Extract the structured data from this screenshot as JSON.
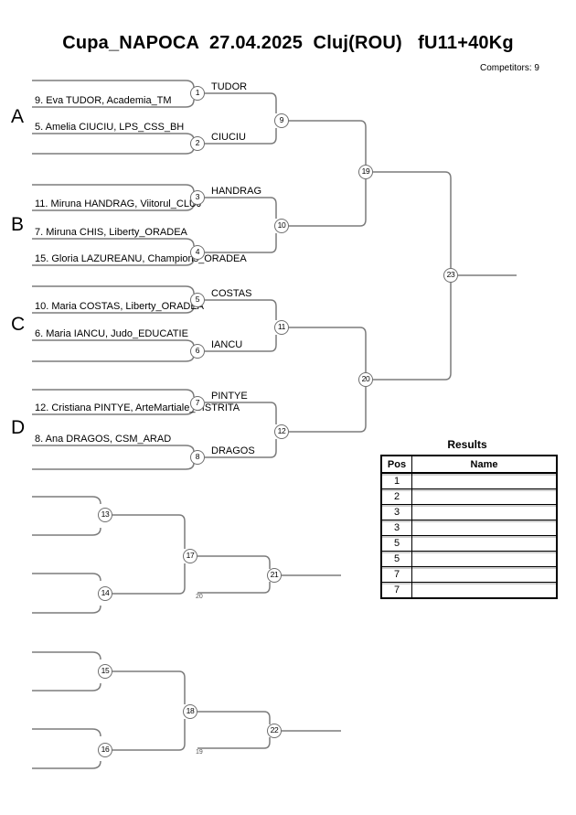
{
  "header": {
    "title": "Cupa_NAPOCA  27.04.2025  Cluj(ROU)   fU11+40Kg",
    "competitors": "Competitors: 9"
  },
  "group_letters": [
    "A",
    "B",
    "C",
    "D"
  ],
  "entries": [
    {
      "text": "9. Eva TUDOR, Academia_TM"
    },
    {
      "text": "5. Amelia CIUCIU, LPS_CSS_BH"
    },
    {
      "text": "11. Miruna HANDRAG, Viitorul_CLUJ"
    },
    {
      "text": "7. Miruna CHIS, Liberty_ORADEA"
    },
    {
      "text": "15. Gloria LAZUREANU, Champions_ORADEA"
    },
    {
      "text": "10. Maria COSTAS, Liberty_ORADEA"
    },
    {
      "text": "6. Maria IANCU, Judo_EDUCATIE"
    },
    {
      "text": "12. Cristiana PINTYE, ArteMartiale_BISTRITA"
    },
    {
      "text": "8. Ana DRAGOS, CSM_ARAD"
    }
  ],
  "advancers": [
    "TUDOR",
    "CIUCIU",
    "HANDRAG",
    "COSTAS",
    "IANCU",
    "PINTYE",
    "DRAGOS"
  ],
  "match_numbers": [
    "1",
    "2",
    "3",
    "4",
    "5",
    "6",
    "7",
    "8",
    "9",
    "10",
    "11",
    "12",
    "19",
    "20",
    "23",
    "13",
    "14",
    "17",
    "21",
    "15",
    "16",
    "18",
    "22"
  ],
  "loser_feed_labels": [
    "20",
    "19"
  ],
  "results": {
    "title": "Results",
    "columns": [
      "Pos",
      "Name"
    ],
    "rows": [
      {
        "pos": "1",
        "name": ""
      },
      {
        "pos": "2",
        "name": ""
      },
      {
        "pos": "3",
        "name": ""
      },
      {
        "pos": "3",
        "name": ""
      },
      {
        "pos": "5",
        "name": ""
      },
      {
        "pos": "5",
        "name": ""
      },
      {
        "pos": "7",
        "name": ""
      },
      {
        "pos": "7",
        "name": ""
      }
    ]
  },
  "colors": {
    "line": "#7b7b7b",
    "text": "#000000"
  }
}
